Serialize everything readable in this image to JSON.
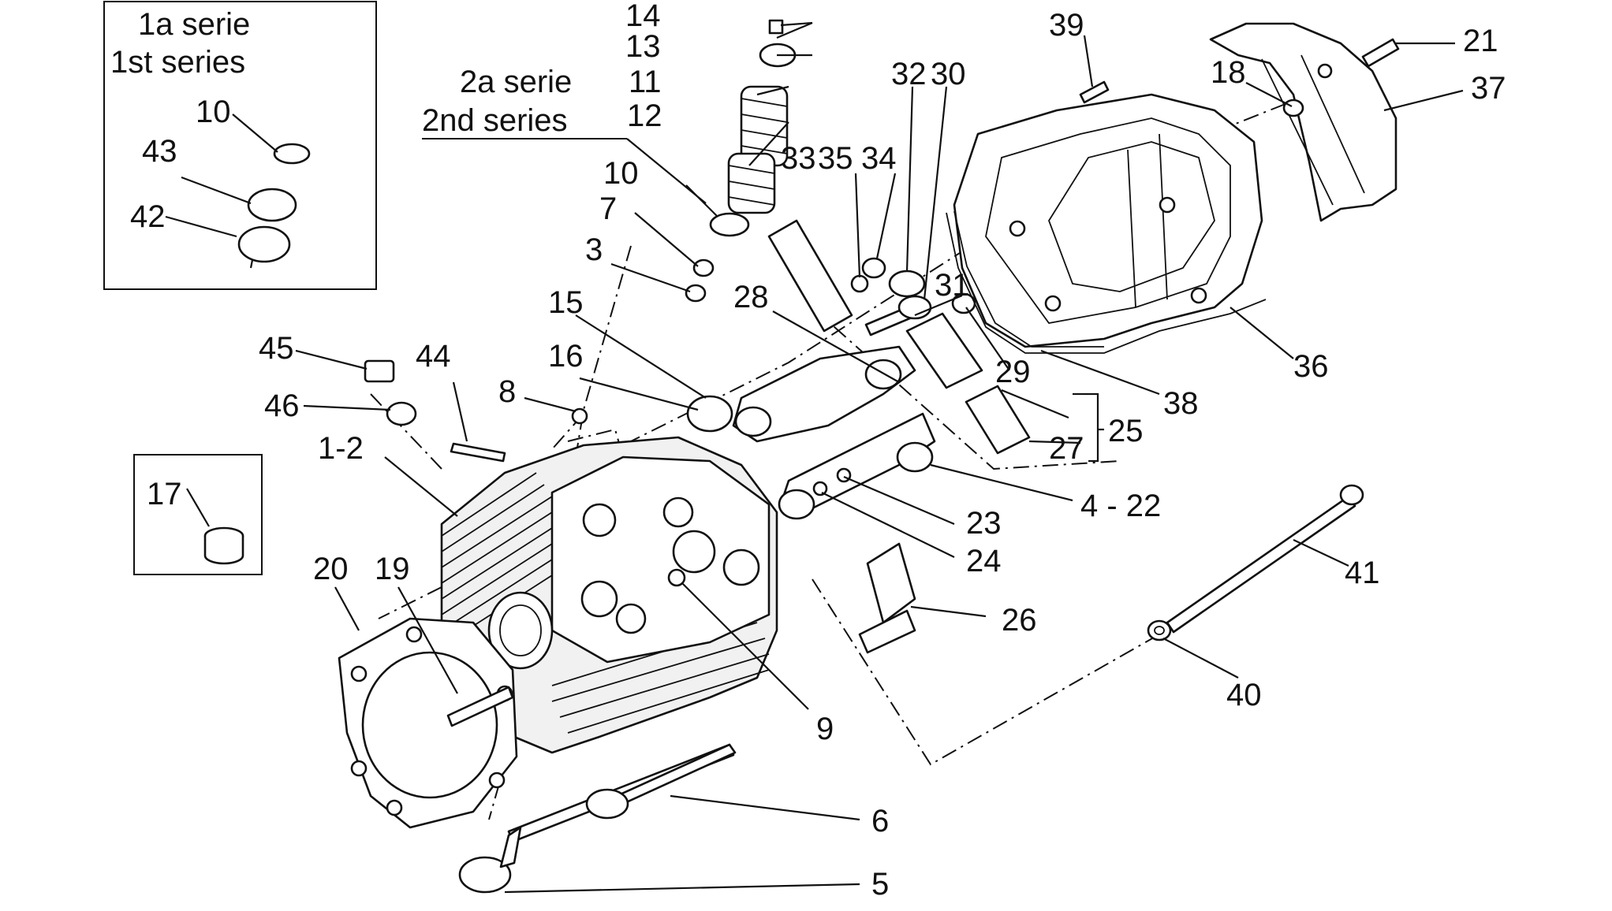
{
  "diagram": {
    "inset_1st_series": {
      "line1": "1a serie",
      "line2": "1st series"
    },
    "inset_2nd_series": {
      "line1": "2a serie",
      "line2": "2nd series"
    },
    "callouts": [
      "14",
      "13",
      "11",
      "12",
      "10",
      "7",
      "3",
      "15",
      "16",
      "28",
      "33",
      "35",
      "34",
      "32",
      "30",
      "31",
      "29",
      "39",
      "18",
      "21",
      "37",
      "36",
      "38",
      "25",
      "27",
      "4 - 22",
      "23",
      "24",
      "26",
      "41",
      "40",
      "45",
      "44",
      "46",
      "8",
      "1-2",
      "17",
      "20",
      "19",
      "9",
      "6",
      "5",
      "10",
      "43",
      "42"
    ]
  }
}
